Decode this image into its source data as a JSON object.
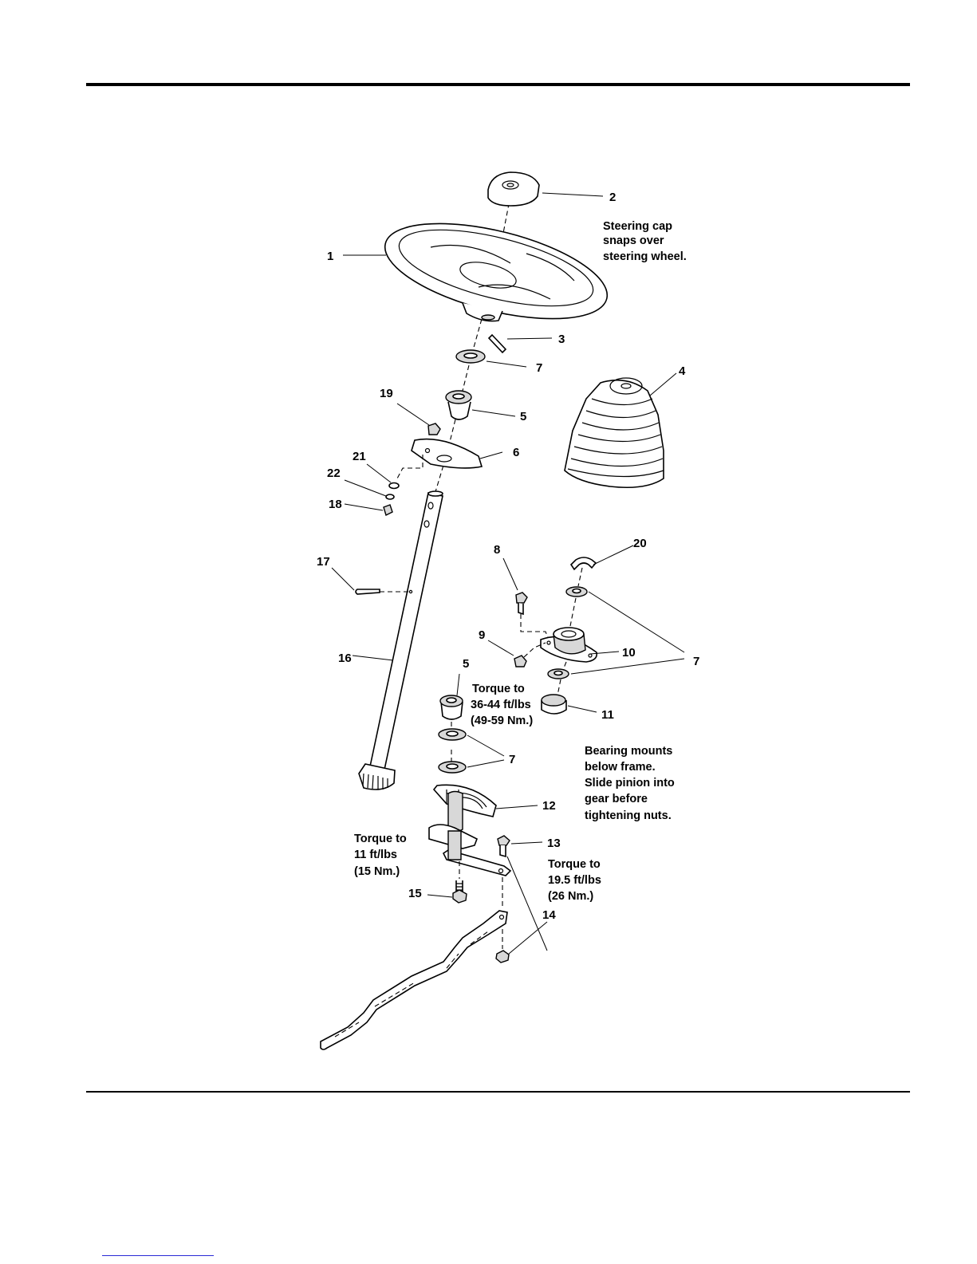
{
  "labels": {
    "p1": "1",
    "p2": "2",
    "p3": "3",
    "p4": "4",
    "p5a": "5",
    "p5b": "5",
    "p6": "6",
    "p7a": "7",
    "p7b": "7",
    "p7c": "7",
    "p8": "8",
    "p9": "9",
    "p10": "10",
    "p11": "11",
    "p12": "12",
    "p13": "13",
    "p14": "14",
    "p15": "15",
    "p16": "16",
    "p17": "17",
    "p18": "18",
    "p19": "19",
    "p20": "20",
    "p21": "21",
    "p22": "22"
  },
  "notes": {
    "cap": [
      "Steering cap",
      "snaps over",
      "steering wheel."
    ],
    "torque_pinion": [
      "Torque to",
      "36-44 ft/lbs",
      "(49-59 Nm.)"
    ],
    "bearing": [
      "Bearing mounts",
      "below frame.",
      "Slide pinion into",
      "gear before",
      "tightening nuts."
    ],
    "torque_left": [
      "Torque to",
      "11 ft/lbs",
      "(15 Nm.)"
    ],
    "torque_right": [
      "Torque to",
      "19.5 ft/lbs",
      "(26 Nm.)"
    ]
  },
  "colors": {
    "ink": "#000000",
    "paper": "#ffffff",
    "link": "#2a2ad6"
  }
}
